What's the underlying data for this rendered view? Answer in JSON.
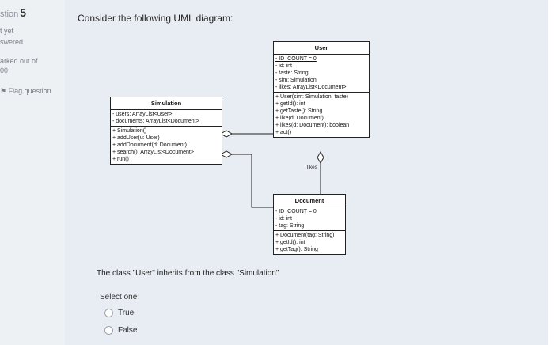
{
  "sidebar": {
    "question_prefix": "stion",
    "question_number": "5",
    "status_line1": "t yet",
    "status_line2": "swered",
    "marks_line1": "arked out of",
    "marks_line2": "00",
    "flag_icon": "flag-icon",
    "flag_label": "Flag question"
  },
  "question": {
    "prompt": "Consider the following UML diagram:",
    "statement": "The class \"User\" inherits from the class \"Simulation\"",
    "select_label": "Select one:",
    "options": [
      "True",
      "False"
    ]
  },
  "diagram": {
    "simulation": {
      "name": "Simulation",
      "attributes": [
        "- users: ArrayList<User>",
        "- documents: ArrayList<Document>"
      ],
      "operations": [
        "+ Simulation()",
        "+ addUser(u: User)",
        "+ addDocument(d: Document)",
        "+ search(): ArrayList<Document>",
        "+ run()"
      ]
    },
    "user": {
      "name": "User",
      "static_attributes": [
        "- ID_COUNT = 0"
      ],
      "attributes": [
        "- id: int",
        "- taste: String",
        "- sim: Simulation",
        "- likes: ArrayList<Document>"
      ],
      "operations": [
        "+ User(sim: Simulation, taste)",
        "+ getId(): int",
        "+ getTaste(): String",
        "+ like(d: Document)",
        "+ likes(d: Document): boolean",
        "+ act()"
      ]
    },
    "document": {
      "name": "Document",
      "static_attributes": [
        "- ID_COUNT = 0"
      ],
      "attributes": [
        "- id: int",
        "- tag: String"
      ],
      "operations": [
        "+ Document(tag: String)",
        "+ getId(): int",
        "+ getTag(): String"
      ]
    },
    "association_label": "likes"
  }
}
